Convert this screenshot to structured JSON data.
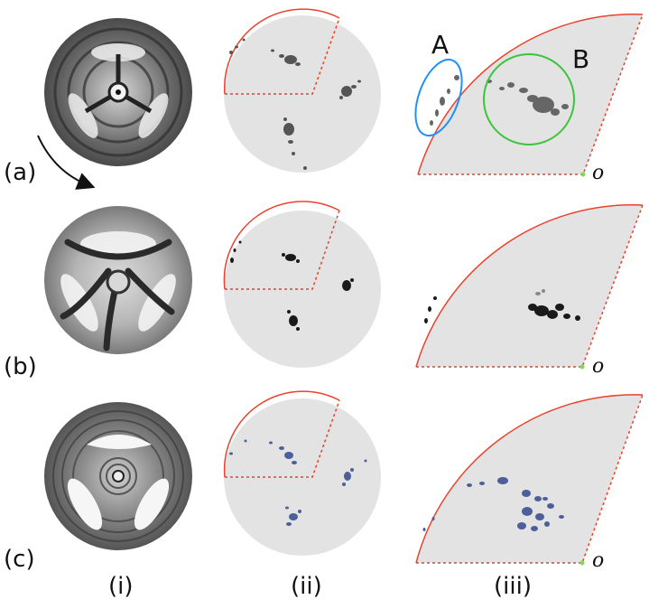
{
  "rows": [
    {
      "label": "(a)"
    },
    {
      "label": "(b)"
    },
    {
      "label": "(c)"
    }
  ],
  "columns": [
    {
      "label": "(i)"
    },
    {
      "label": "(ii)"
    },
    {
      "label": "(iii)"
    }
  ],
  "origin_label": "o",
  "region_a_label": "A",
  "region_b_label": "B",
  "colors": {
    "sector_outline": "#e8432f",
    "panel_fill": "#e3e3e3",
    "region_a_ellipse": "#1e90ff",
    "region_b_circle": "#3cc43c",
    "origin_dot": "#7ed957",
    "blob_dark": "#1a1a1a",
    "blob_gray": "#777777",
    "blob_blue": "#4d5f9a"
  }
}
